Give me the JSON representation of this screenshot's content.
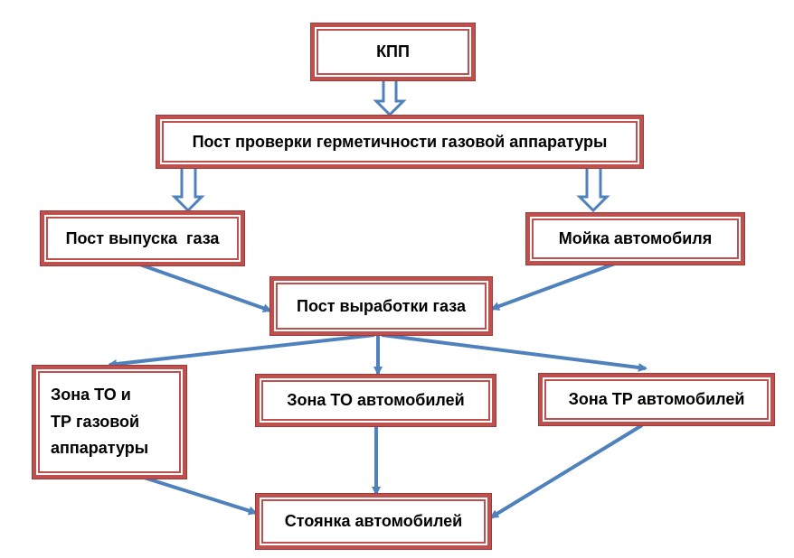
{
  "colors": {
    "box_border": "#c0504d",
    "arrow": "#4f81bd"
  },
  "nodes": {
    "kpp": "КПП",
    "leak_test": "Пост проверки герметичности газовой аппаратуры",
    "gas_release": "Пост выпуска  газа",
    "car_wash": "Мойка автомобиля",
    "gas_burnoff": "Пост выработки газа",
    "maint_gas_zone": {
      "line1": "Зона ТО и",
      "line2": "ТР газовой",
      "line3": "аппаратуры"
    },
    "to_zone": "Зона ТО автомобилей",
    "tr_zone": "Зона ТР автомобилей",
    "parking": "Стоянка автомобилей"
  },
  "edges": [
    {
      "from": "kpp",
      "to": "leak_test",
      "style": "hollow"
    },
    {
      "from": "leak_test",
      "to": "gas_release",
      "style": "hollow"
    },
    {
      "from": "leak_test",
      "to": "car_wash",
      "style": "hollow"
    },
    {
      "from": "gas_release",
      "to": "gas_burnoff",
      "style": "line"
    },
    {
      "from": "car_wash",
      "to": "gas_burnoff",
      "style": "line"
    },
    {
      "from": "gas_burnoff",
      "to": "maint_gas_zone",
      "style": "line"
    },
    {
      "from": "gas_burnoff",
      "to": "to_zone",
      "style": "line"
    },
    {
      "from": "gas_burnoff",
      "to": "tr_zone",
      "style": "line"
    },
    {
      "from": "maint_gas_zone",
      "to": "parking",
      "style": "line"
    },
    {
      "from": "to_zone",
      "to": "parking",
      "style": "line"
    },
    {
      "from": "tr_zone",
      "to": "parking",
      "style": "line"
    }
  ]
}
